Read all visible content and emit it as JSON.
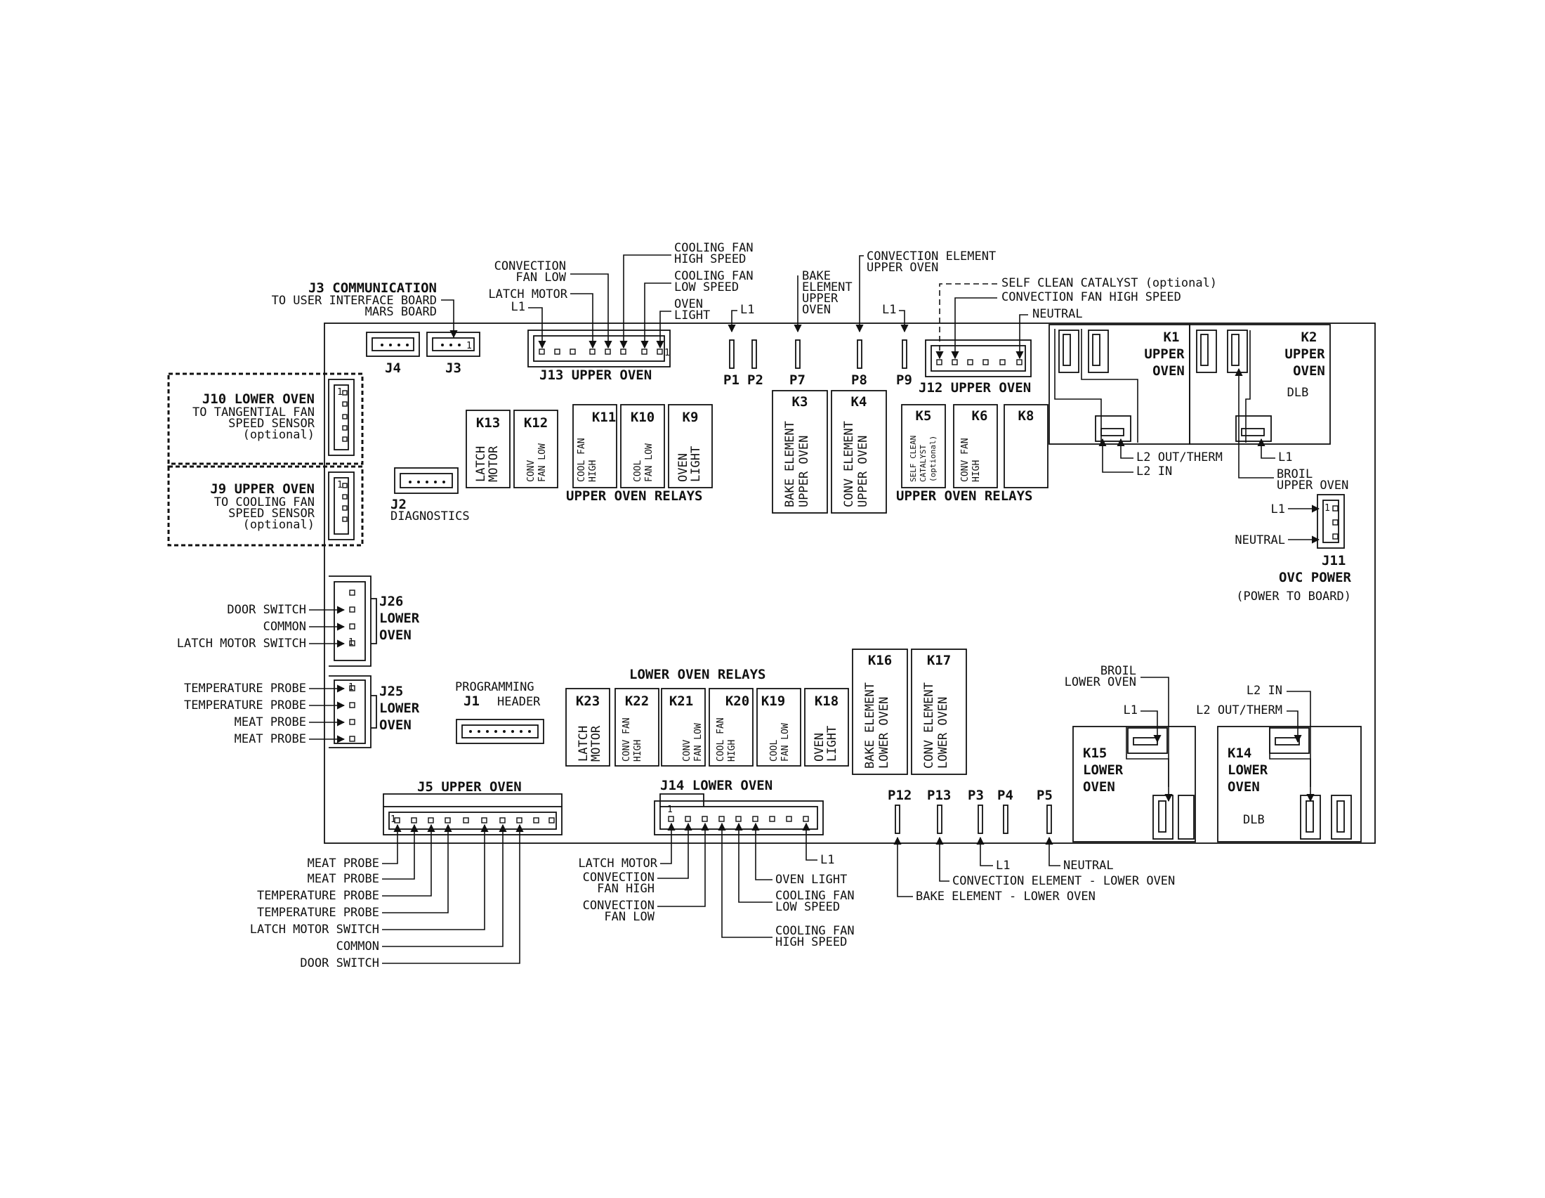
{
  "colors": {
    "ink": "#111111",
    "paper": "#ffffff"
  },
  "j3": {
    "title": "J3 COMMUNICATION",
    "line1": "TO USER INTERFACE BOARD",
    "line2": "MARS BOARD",
    "label": "J3",
    "pin1": "1"
  },
  "j4": {
    "label": "J4"
  },
  "j13": {
    "title": "J13 UPPER OVEN",
    "conv_fan_low": [
      "CONVECTION",
      "FAN LOW"
    ],
    "latch_motor": "LATCH MOTOR",
    "l1": "L1",
    "cool_high": [
      "COOLING FAN",
      "HIGH SPEED"
    ],
    "cool_low": [
      "COOLING FAN",
      "LOW SPEED"
    ],
    "oven_light": [
      "OVEN",
      "LIGHT"
    ],
    "pin1": "1"
  },
  "plugs_top": {
    "l1_p1": "L1",
    "bake_upper": [
      "BAKE",
      "ELEMENT",
      "UPPER",
      "OVEN"
    ],
    "conv_element_upper": [
      "CONVECTION ELEMENT",
      "UPPER OVEN"
    ],
    "l1_p9": "L1",
    "labels": [
      "P1",
      "P2",
      "P7",
      "P8",
      "P9"
    ]
  },
  "j12": {
    "title": "J12 UPPER OVEN",
    "self_clean": "SELF CLEAN CATALYST (optional)",
    "conv_fan_high": "CONVECTION FAN HIGH SPEED",
    "neutral": "NEUTRAL"
  },
  "k1": {
    "label": "K1",
    "line1": "UPPER",
    "line2": "OVEN",
    "l2_out": "L2 OUT/THERM",
    "l2_in": "L2 IN"
  },
  "k2": {
    "label": "K2",
    "line1": "UPPER",
    "line2": "OVEN",
    "dlb": "DLB",
    "l1": "L1",
    "broil": [
      "BROIL",
      "UPPER OVEN"
    ]
  },
  "j11": {
    "label": "J11",
    "title": "OVC POWER",
    "subtitle": "(POWER TO BOARD)",
    "l1": "L1",
    "neutral": "NEUTRAL",
    "pin1": "1"
  },
  "j10": {
    "title": "J10 LOWER OVEN",
    "lines": [
      "TO TANGENTIAL FAN",
      "SPEED SENSOR",
      "(optional)"
    ],
    "pin1": "1"
  },
  "j9": {
    "title": "J9 UPPER OVEN",
    "lines": [
      "TO COOLING FAN",
      "SPEED SENSOR",
      "(optional)"
    ],
    "pin1": "1"
  },
  "j2": {
    "label": "J2",
    "subtitle": "DIAGNOSTICS"
  },
  "upper_relays_a": {
    "title": "UPPER OVEN RELAYS",
    "relays": [
      {
        "id": "K13",
        "text": [
          "LATCH",
          "MOTOR"
        ]
      },
      {
        "id": "K12",
        "text": [
          "CONV",
          "FAN LOW"
        ]
      },
      {
        "id": "K11",
        "text": [
          "COOL FAN",
          "HIGH"
        ]
      },
      {
        "id": "K10",
        "text": [
          "COOL",
          "FAN LOW"
        ]
      },
      {
        "id": "K9",
        "text": [
          "OVEN",
          "LIGHT"
        ]
      }
    ]
  },
  "k3": {
    "id": "K3",
    "text": [
      "BAKE ELEMENT",
      "UPPER OVEN"
    ]
  },
  "k4": {
    "id": "K4",
    "text": [
      "CONV ELEMENT",
      "UPPER OVEN"
    ]
  },
  "upper_relays_b": {
    "title": "UPPER OVEN RELAYS",
    "relays": [
      {
        "id": "K5",
        "text": [
          "SELF CLEAN",
          "CATALYST",
          "(optional)"
        ]
      },
      {
        "id": "K6",
        "text": [
          "CONV FAN",
          "HIGH"
        ]
      },
      {
        "id": "K8",
        "text": []
      }
    ]
  },
  "j26": {
    "label": [
      "J26",
      "LOWER",
      "OVEN"
    ],
    "pins": [
      "DOOR SWITCH",
      "COMMON",
      "LATCH MOTOR SWITCH"
    ],
    "pin1": "1"
  },
  "j25": {
    "label": [
      "J25",
      "LOWER",
      "OVEN"
    ],
    "pins": [
      "TEMPERATURE PROBE",
      "TEMPERATURE PROBE",
      "MEAT PROBE",
      "MEAT PROBE"
    ],
    "pin1": "1"
  },
  "j1": {
    "label": "J1",
    "title": [
      "PROGRAMMING",
      "HEADER"
    ]
  },
  "lower_relays": {
    "title": "LOWER OVEN RELAYS",
    "relays": [
      {
        "id": "K23",
        "text": [
          "LATCH",
          "MOTOR"
        ]
      },
      {
        "id": "K22",
        "text": [
          "CONV FAN",
          "HIGH"
        ]
      },
      {
        "id": "K21",
        "text": [
          "CONV",
          "FAN LOW"
        ]
      },
      {
        "id": "K20",
        "text": [
          "COOL FAN",
          "HIGH"
        ]
      },
      {
        "id": "K19",
        "text": [
          "COOL",
          "FAN LOW"
        ]
      },
      {
        "id": "K18",
        "text": [
          "OVEN",
          "LIGHT"
        ]
      }
    ]
  },
  "k16": {
    "id": "K16",
    "text": [
      "BAKE ELEMENT",
      "LOWER OVEN"
    ]
  },
  "k17": {
    "id": "K17",
    "text": [
      "CONV ELEMENT",
      "LOWER OVEN"
    ]
  },
  "k15": {
    "label": "K15",
    "line1": "LOWER",
    "line2": "OVEN",
    "broil": [
      "BROIL",
      "LOWER OVEN"
    ],
    "l1": "L1"
  },
  "k14": {
    "label": "K14",
    "line1": "LOWER",
    "line2": "OVEN",
    "dlb": "DLB",
    "l2_in": "L2 IN",
    "l2_out": "L2 OUT/THERM"
  },
  "j5": {
    "title": "J5 UPPER OVEN",
    "pins": [
      "MEAT PROBE",
      "MEAT PROBE",
      "TEMPERATURE PROBE",
      "TEMPERATURE PROBE",
      "LATCH MOTOR SWITCH",
      "COMMON",
      "DOOR SWITCH"
    ],
    "pin1": "1"
  },
  "j14": {
    "title": "J14 LOWER OVEN",
    "latch_motor": "LATCH MOTOR",
    "conv_fan_high": [
      "CONVECTION",
      "FAN HIGH"
    ],
    "conv_fan_low": [
      "CONVECTION",
      "FAN LOW"
    ],
    "l1": "L1",
    "oven_light": "OVEN LIGHT",
    "cool_low": [
      "COOLING FAN",
      "LOW SPEED"
    ],
    "cool_high": [
      "COOLING FAN",
      "HIGH SPEED"
    ],
    "pin1": "1"
  },
  "plugs_bottom": {
    "labels": [
      "P12",
      "P13",
      "P3",
      "P4",
      "P5"
    ],
    "l1": "L1",
    "neutral": "NEUTRAL",
    "conv_lower": "CONVECTION ELEMENT - LOWER OVEN",
    "bake_lower": "BAKE ELEMENT - LOWER OVEN"
  }
}
